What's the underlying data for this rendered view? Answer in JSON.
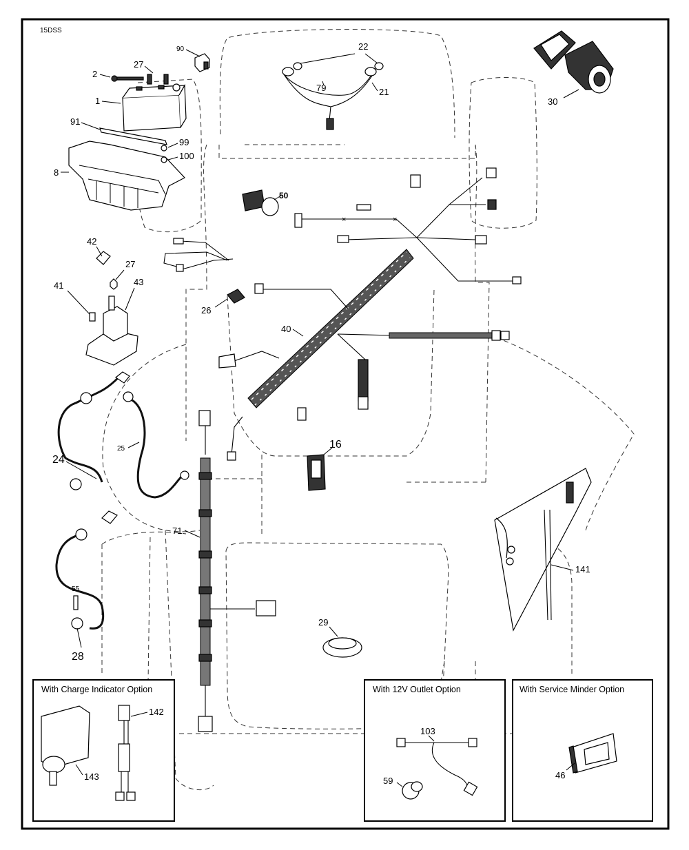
{
  "drawing_code": "15DSS",
  "callouts": {
    "c1": "1",
    "c2": "2",
    "c8": "8",
    "c16": "16",
    "c21": "21",
    "c22": "22",
    "c24": "24",
    "c25": "25",
    "c26": "26",
    "c27a": "27",
    "c27b": "27",
    "c28": "28",
    "c29": "29",
    "c30": "30",
    "c40": "40",
    "c41": "41",
    "c42": "42",
    "c43": "43",
    "c46": "46",
    "c50": "50",
    "c55": "55",
    "c59": "59",
    "c71": "71",
    "c79": "79",
    "c90": "90",
    "c91": "91",
    "c99": "99",
    "c100": "100",
    "c103": "103",
    "c141": "141",
    "c142": "142",
    "c143": "143"
  },
  "option_boxes": {
    "charge_indicator": "With Charge Indicator Option",
    "outlet_12v": "With 12V Outlet Option",
    "service_minder": "With Service Minder Option"
  }
}
